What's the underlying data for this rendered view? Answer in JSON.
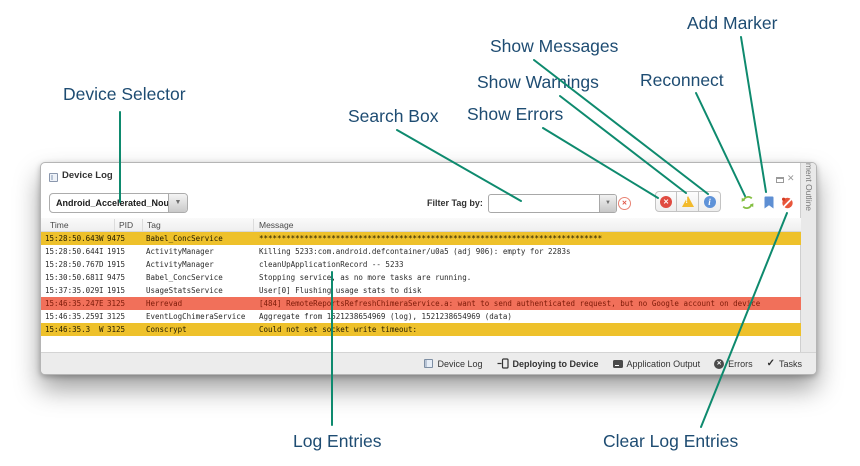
{
  "annotations": {
    "device_selector": "Device Selector",
    "search_box": "Search Box",
    "show_messages": "Show Messages",
    "show_warnings": "Show Warnings",
    "show_errors": "Show Errors",
    "reconnect": "Reconnect",
    "add_marker": "Add Marker",
    "log_entries": "Log Entries",
    "clear_log_entries": "Clear Log Entries"
  },
  "window": {
    "title": "Device Log",
    "device_selector_value": "Android_Accelerated_Nougat",
    "filter_label": "Filter Tag by:",
    "filter_value": "",
    "side_tab": "Document Outline",
    "close_glyph": "✕"
  },
  "log": {
    "columns": [
      "Time",
      "PID",
      "Tag",
      "Message"
    ],
    "rows": [
      {
        "time": "15:28:50.643",
        "level": "W",
        "pid": "9475",
        "tag": "Babel_ConcService",
        "message": "****************************************************************************",
        "highlight": "warning"
      },
      {
        "time": "15:28:50.644",
        "level": "I",
        "pid": "1915",
        "tag": "ActivityManager",
        "message": "Killing 5233:com.android.defcontainer/u0a5 (adj 906): empty for 2283s",
        "highlight": "none"
      },
      {
        "time": "15:28:50.767",
        "level": "D",
        "pid": "1915",
        "tag": "ActivityManager",
        "message": "cleanUpApplicationRecord -- 5233",
        "highlight": "none"
      },
      {
        "time": "15:30:50.681",
        "level": "I",
        "pid": "9475",
        "tag": "Babel_ConcService",
        "message": "Stopping service, as no more tasks are running.",
        "highlight": "none"
      },
      {
        "time": "15:37:35.029",
        "level": "I",
        "pid": "1915",
        "tag": "UsageStatsService",
        "message": "User[0] Flushing usage stats to disk",
        "highlight": "none"
      },
      {
        "time": "15:46:35.247",
        "level": "E",
        "pid": "3125",
        "tag": "Herrevad",
        "message": "[484] RemoteReportsRefreshChimeraService.a: want to send authenticated request, but no Google account on device",
        "highlight": "error"
      },
      {
        "time": "15:46:35.259",
        "level": "I",
        "pid": "3125",
        "tag": "EventLogChimeraService",
        "message": "Aggregate from 1521238654969 (log), 1521238654969 (data)",
        "highlight": "none"
      },
      {
        "time": "15:46:35.3",
        "level": "W",
        "pid": "3125",
        "tag": "Conscrypt",
        "message": "Could not set socket write timeout:",
        "highlight": "warning"
      }
    ]
  },
  "status_bar": {
    "items": [
      {
        "label": "Device Log",
        "icon": "panel-icon",
        "bold": false
      },
      {
        "label": "Deploying to Device",
        "icon": "device-deploy-icon",
        "bold": true
      },
      {
        "label": "Application Output",
        "icon": "terminal-icon",
        "bold": false
      },
      {
        "label": "Errors",
        "icon": "error-circle-icon",
        "bold": false
      },
      {
        "label": "Tasks",
        "icon": "check-icon",
        "bold": false
      }
    ]
  },
  "colors": {
    "annotation_label": "#1e4c72",
    "annotation_line": "#0e8a6e",
    "highlight_warning": "#eec12b",
    "highlight_error": "#f1705a",
    "error_row_text": "#7d1a08",
    "icon_show_errors": "#e04b41",
    "icon_show_warnings": "#f2ba2c",
    "icon_show_messages": "#5e92d8",
    "icon_reconnect": "#84bf41",
    "icon_add_marker": "#5e8fd3",
    "icon_clear_log": "#e8563b"
  }
}
